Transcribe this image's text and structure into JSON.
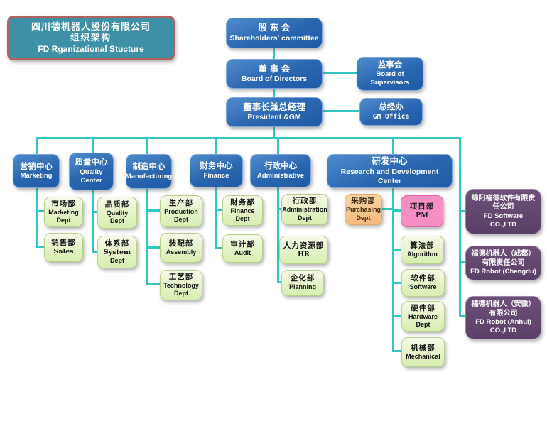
{
  "title": {
    "line1": "四川德机器人股份有限公司",
    "line2": "组织架构",
    "line3": "FD  Rganizational Stucture"
  },
  "palette": {
    "connector_teal": "#2ec7c3",
    "management_blue": "#2a66b0",
    "department_green": "#e7f5cd",
    "purchasing_orange": "#f6b87d",
    "pm_pink": "#f78fc5",
    "subsidiary_purple": "#5a3f66",
    "title_teal": "#3e90a6",
    "title_border_red": "#b2625c"
  },
  "nodes": {
    "shareholders": {
      "zh": "股 东 会",
      "en": "Shareholders' committee"
    },
    "board": {
      "zh": "董 事 会",
      "en": "Board of Directors"
    },
    "supervisors": {
      "zh": "监事会",
      "en": "Board of Supervisors"
    },
    "president": {
      "zh": "董事长兼总经理",
      "en": "President &GM"
    },
    "gm_office": {
      "zh": "总经办",
      "en": "GM Office"
    },
    "marketing_center": {
      "zh": "营销中心",
      "en": "Marketing"
    },
    "quality_center": {
      "zh": "质量中心",
      "en": "Quality Center"
    },
    "manufacturing_center": {
      "zh": "制造中心",
      "en": "Manufacturing"
    },
    "finance_center": {
      "zh": "财务中心",
      "en": "Finance"
    },
    "admin_center": {
      "zh": "行政中心",
      "en": "Administrative"
    },
    "rd_center": {
      "zh": "研发中心",
      "en": "Research and Development Center"
    },
    "marketing_dept": {
      "zh": "市场部",
      "en": "Marketing Dept"
    },
    "sales_dept": {
      "zh": "销售部",
      "en": "Sales"
    },
    "quality_dept": {
      "zh": "品质部",
      "en": "Quality Dept"
    },
    "system_dept": {
      "zh": "体系部",
      "en": "System",
      "en2": "Dept"
    },
    "production_dept": {
      "zh": "生产部",
      "en": "Production Dept"
    },
    "assembly_dept": {
      "zh": "装配部",
      "en": "Assembly"
    },
    "technology_dept": {
      "zh": "工艺部",
      "en": "Technology Dept"
    },
    "finance_dept": {
      "zh": "财务部",
      "en": "Finance Dept"
    },
    "audit_dept": {
      "zh": "审计部",
      "en": "Audit"
    },
    "administration_dept": {
      "zh": "行政部",
      "en": "Administration Dept"
    },
    "hr_dept": {
      "zh": "人力资源部",
      "en": "HR"
    },
    "planning_dept": {
      "zh": "企化部",
      "en": "Planning"
    },
    "purchasing_dept": {
      "zh": "采购部",
      "en": "Purchasing Dept"
    },
    "pm_dept": {
      "zh": "项目部",
      "en": "PM"
    },
    "algorithm_dept": {
      "zh": "算法部",
      "en": "Algorithm"
    },
    "software_dept": {
      "zh": "软件部",
      "en": "Software"
    },
    "hardware_dept": {
      "zh": "硬件部",
      "en": "Hardware Dept"
    },
    "mechanical_dept": {
      "zh": "机械部",
      "en": "Mechanical"
    },
    "fd_software": {
      "zh": "绵阳福德软件有限责任公司",
      "en": "FD  Software",
      "en2": "CO.,LTD"
    },
    "fd_robot_chengdu": {
      "zh": "福德机器人（成都）有限责任公司",
      "en": "FD Robot (Chengdu)"
    },
    "fd_robot_anhui": {
      "zh": "福德机器人（安徽）有限公司",
      "en": "FD Robot (Anhui)",
      "en2": "CO.,LTD"
    }
  }
}
